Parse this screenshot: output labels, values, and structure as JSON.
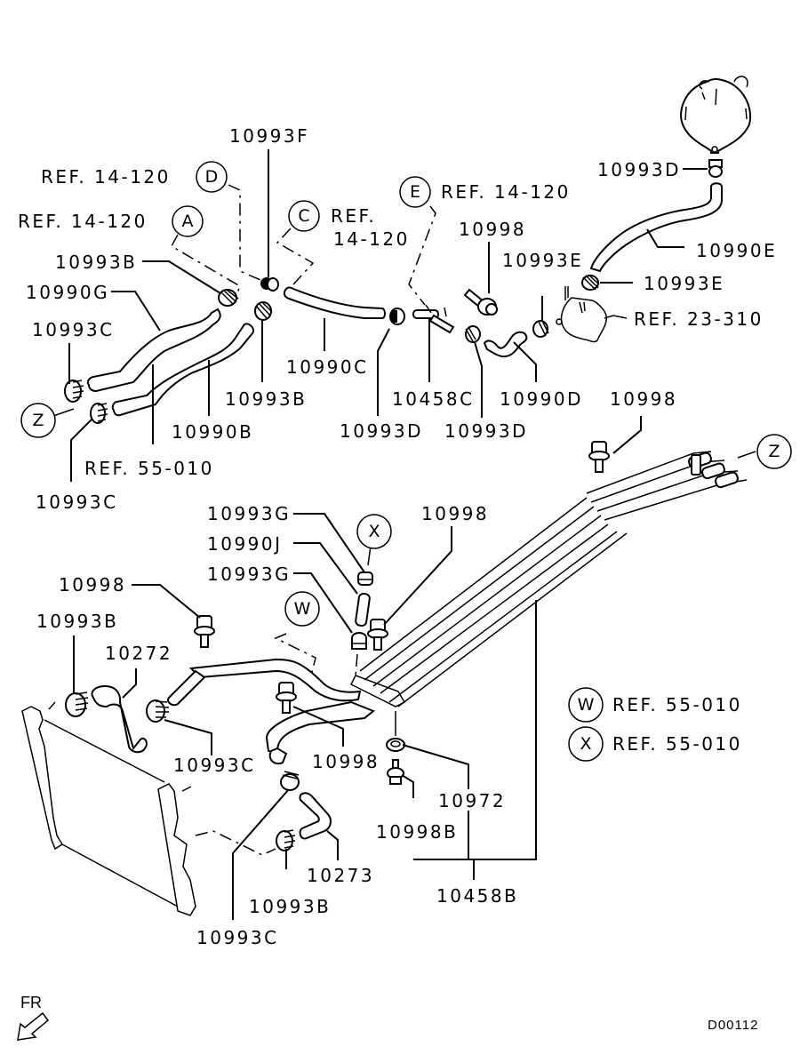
{
  "title": "Cooling / heater hose parts diagram",
  "diagram_code": "D00112",
  "direction_indicator": "FR",
  "part_labels": [
    {
      "id": "lbl-10993F",
      "text": "10993F"
    },
    {
      "id": "lbl-ref-D",
      "text": "REF. 14-120"
    },
    {
      "id": "lbl-ref-A",
      "text": "REF. 14-120"
    },
    {
      "id": "lbl-ref-C-1",
      "text": "REF."
    },
    {
      "id": "lbl-ref-C-2",
      "text": "14-120"
    },
    {
      "id": "lbl-10993B-top",
      "text": "10993B"
    },
    {
      "id": "lbl-10990G",
      "text": "10990G"
    },
    {
      "id": "lbl-10993C-left",
      "text": "10993C"
    },
    {
      "id": "lbl-10993B-mid",
      "text": "10993B"
    },
    {
      "id": "lbl-10990C",
      "text": "10990C"
    },
    {
      "id": "lbl-10990B",
      "text": "10990B"
    },
    {
      "id": "lbl-ref-55-010",
      "text": "REF. 55-010"
    },
    {
      "id": "lbl-10993C-lower",
      "text": "10993C"
    },
    {
      "id": "lbl-ref-E",
      "text": "REF. 14-120"
    },
    {
      "id": "lbl-10998-top",
      "text": "10998"
    },
    {
      "id": "lbl-10993E-1",
      "text": "10993E"
    },
    {
      "id": "lbl-10993E-2",
      "text": "10993E"
    },
    {
      "id": "lbl-10993D-tank",
      "text": "10993D"
    },
    {
      "id": "lbl-10990E",
      "text": "10990E"
    },
    {
      "id": "lbl-ref-23-310",
      "text": "REF. 23-310"
    },
    {
      "id": "lbl-10993D-1",
      "text": "10993D"
    },
    {
      "id": "lbl-10458C",
      "text": "10458C"
    },
    {
      "id": "lbl-10993D-2",
      "text": "10993D"
    },
    {
      "id": "lbl-10990D",
      "text": "10990D"
    },
    {
      "id": "lbl-10998-right",
      "text": "10998"
    },
    {
      "id": "lbl-10993G-1",
      "text": "10993G"
    },
    {
      "id": "lbl-10990J",
      "text": "10990J"
    },
    {
      "id": "lbl-10993G-2",
      "text": "10993G"
    },
    {
      "id": "lbl-10998-center",
      "text": "10998"
    },
    {
      "id": "lbl-10998-left",
      "text": "10998"
    },
    {
      "id": "lbl-10993B-low",
      "text": "10993B"
    },
    {
      "id": "lbl-10272",
      "text": "10272"
    },
    {
      "id": "lbl-10993C-mid",
      "text": "10993C"
    },
    {
      "id": "lbl-10998-bolt",
      "text": "10998"
    },
    {
      "id": "lbl-10972",
      "text": "10972"
    },
    {
      "id": "lbl-10998B",
      "text": "10998B"
    },
    {
      "id": "lbl-10273",
      "text": "10273"
    },
    {
      "id": "lbl-10458B",
      "text": "10458B"
    },
    {
      "id": "lbl-10993B-bottom",
      "text": "10993B"
    },
    {
      "id": "lbl-10993C-bottom",
      "text": "10993C"
    }
  ],
  "callouts": [
    {
      "letter": "D"
    },
    {
      "letter": "A"
    },
    {
      "letter": "C"
    },
    {
      "letter": "E"
    },
    {
      "letter": "Z"
    },
    {
      "letter": "Z"
    },
    {
      "letter": "X"
    },
    {
      "letter": "W"
    }
  ],
  "legend": [
    {
      "letter": "W",
      "text": "REF. 55-010"
    },
    {
      "letter": "X",
      "text": "REF. 55-010"
    }
  ]
}
